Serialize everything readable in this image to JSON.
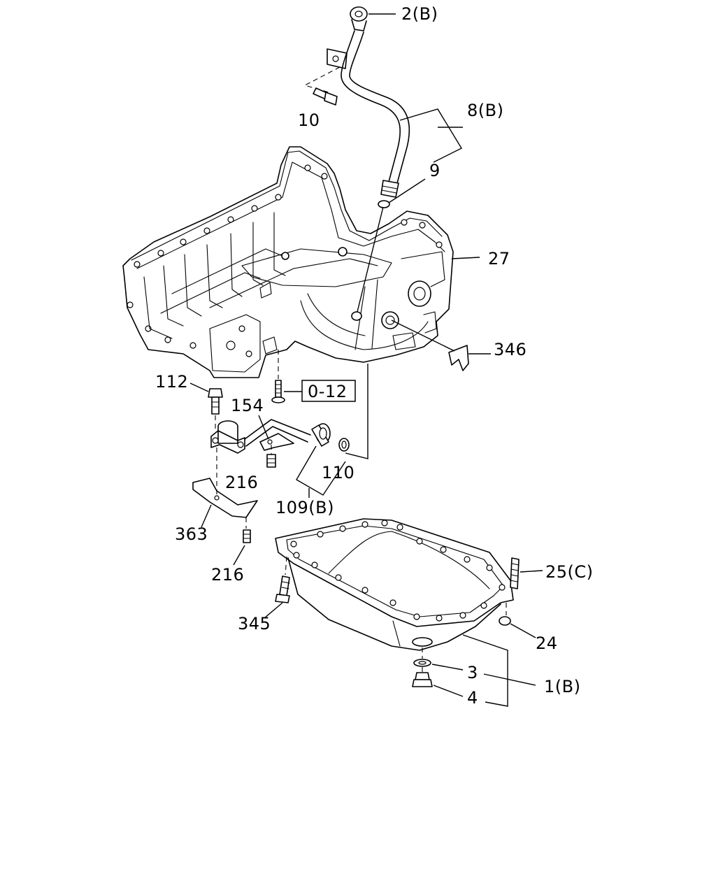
{
  "labels": {
    "l_2b": "2(B)",
    "l_8b": "8(B)",
    "l_10": "10",
    "l_9": "9",
    "l_27": "27",
    "l_346": "346",
    "l_112": "112",
    "l_ref": "0-12",
    "l_154": "154",
    "l_216a": "216",
    "l_110": "110",
    "l_109b": "109(B)",
    "l_363": "363",
    "l_216b": "216",
    "l_25c": "25(C)",
    "l_345": "345",
    "l_24": "24",
    "l_3": "3",
    "l_1b": "1(B)",
    "l_4": "4"
  }
}
